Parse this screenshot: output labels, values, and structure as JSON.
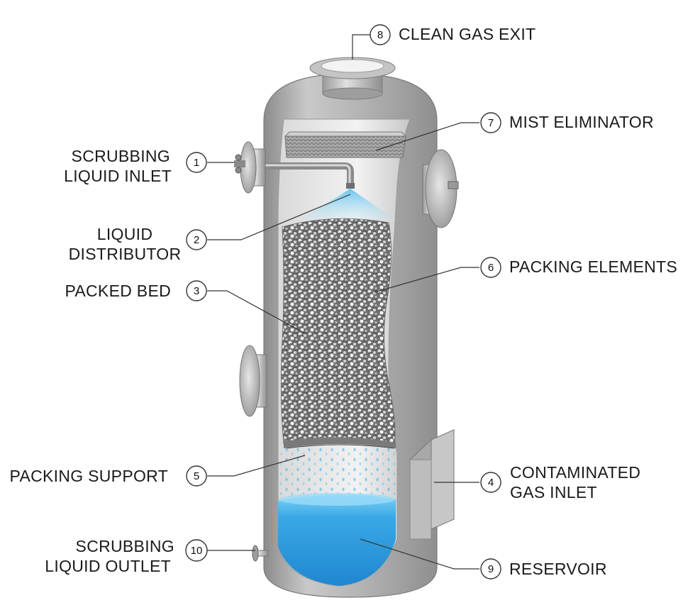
{
  "labels": [
    {
      "num": "1",
      "lines": [
        "SCRUBBING",
        "LIQUID INLET"
      ]
    },
    {
      "num": "2",
      "lines": [
        "LIQUID",
        "DISTRIBUTOR"
      ]
    },
    {
      "num": "3",
      "lines": [
        "PACKED BED"
      ]
    },
    {
      "num": "4",
      "lines": [
        "CONTAMINATED",
        "GAS INLET"
      ]
    },
    {
      "num": "5",
      "lines": [
        "PACKING SUPPORT"
      ]
    },
    {
      "num": "6",
      "lines": [
        "PACKING ELEMENTS"
      ]
    },
    {
      "num": "7",
      "lines": [
        "MIST ELIMINATOR"
      ]
    },
    {
      "num": "8",
      "lines": [
        "CLEAN GAS EXIT"
      ]
    },
    {
      "num": "9",
      "lines": [
        "RESERVOIR"
      ]
    },
    {
      "num": "10",
      "lines": [
        "SCRUBBING",
        "LIQUID OUTLET"
      ]
    }
  ],
  "colors": {
    "vessel": "#b9b9b9",
    "liquid": "#2f9fe0",
    "spray": "#6cc8f2",
    "packing": "#8a8a8a"
  }
}
